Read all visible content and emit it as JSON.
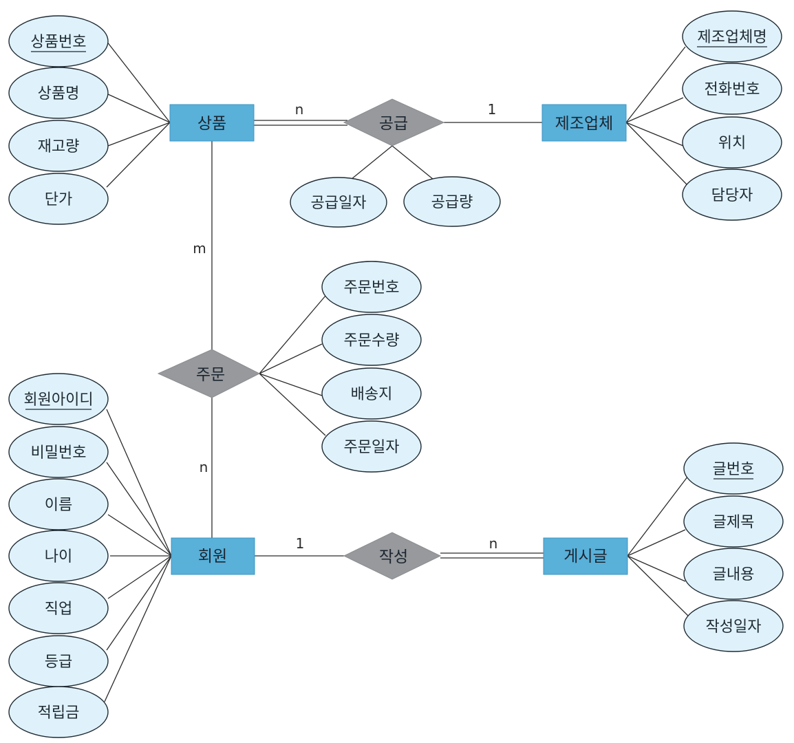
{
  "entities": {
    "product": "상품",
    "manufacturer": "제조업체",
    "member": "회원",
    "post": "게시글"
  },
  "relationships": {
    "supply": "공급",
    "order": "주문",
    "write": "작성"
  },
  "cardinality": {
    "product_supply": "n",
    "supply_manufacturer": "1",
    "product_order": "m",
    "order_member": "n",
    "member_write": "1",
    "write_post": "n"
  },
  "attributes": {
    "product": [
      "상품번호",
      "상품명",
      "재고량",
      "단가"
    ],
    "manufacturer": [
      "제조업체명",
      "전화번호",
      "위치",
      "담당자"
    ],
    "supply": [
      "공급일자",
      "공급량"
    ],
    "order": [
      "주문번호",
      "주문수량",
      "배송지",
      "주문일자"
    ],
    "member": [
      "회원아이디",
      "비밀번호",
      "이름",
      "나이",
      "직업",
      "등급",
      "적립금"
    ],
    "post": [
      "글번호",
      "글제목",
      "글내용",
      "작성일자"
    ]
  },
  "primary_keys": [
    "상품번호",
    "제조업체명",
    "회원아이디",
    "글번호"
  ],
  "colors": {
    "entity_fill": "#59b0d9",
    "relationship_fill": "#97999c",
    "attribute_fill": "#dff2fb"
  }
}
